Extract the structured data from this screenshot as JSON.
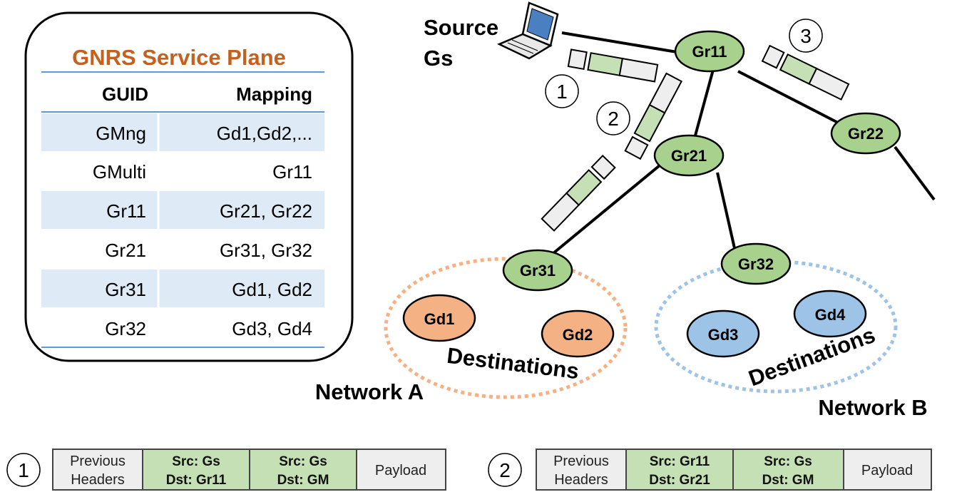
{
  "service_plane": {
    "title": "GNRS Service Plane",
    "columns": [
      "GUID",
      "Mapping"
    ],
    "rows": [
      {
        "guid": "GMng",
        "mapping": "Gd1,Gd2,..."
      },
      {
        "guid": "GMulti",
        "mapping": "Gr11"
      },
      {
        "guid": "Gr11",
        "mapping": "Gr21, Gr22"
      },
      {
        "guid": "Gr21",
        "mapping": "Gr31, Gr32"
      },
      {
        "guid": "Gr31",
        "mapping": "Gd1, Gd2"
      },
      {
        "guid": "Gr32",
        "mapping": "Gd3, Gd4"
      }
    ]
  },
  "source": {
    "line1": "Source",
    "line2": "Gs"
  },
  "nodes": {
    "gr11": "Gr11",
    "gr21": "Gr21",
    "gr22": "Gr22",
    "gr31": "Gr31",
    "gr32": "Gr32",
    "gd1": "Gd1",
    "gd2": "Gd2",
    "gd3": "Gd3",
    "gd4": "Gd4"
  },
  "networks": {
    "a": {
      "label": "Network A",
      "destinations": "Destinations"
    },
    "b": {
      "label": "Network B",
      "destinations": "Destinations"
    }
  },
  "steps": {
    "one": "1",
    "two": "2",
    "three": "3"
  },
  "packet_1": {
    "num": "1",
    "previous": [
      "Previous",
      "Headers"
    ],
    "outer": [
      "Src: Gs",
      "Dst: Gr11"
    ],
    "inner": [
      "Src: Gs",
      "Dst: GM"
    ],
    "payload": "Payload"
  },
  "packet_2": {
    "num": "2",
    "previous": [
      "Previous",
      "Headers"
    ],
    "outer": [
      "Src: Gr11",
      "Dst: Gr21"
    ],
    "inner": [
      "Src: Gs",
      "Dst: GM"
    ],
    "payload": "Payload"
  },
  "colors": {
    "title_orange": "#c5611f",
    "router_green": "#a9d18e",
    "dest_orange": "#f4b183",
    "dest_blue": "#9dc3e6",
    "row_blue": "#deebf7",
    "header_green": "#c5e0b4",
    "header_gray": "#eeeeee",
    "ring_orange": "#f4b183",
    "ring_blue": "#9dc3e6"
  }
}
